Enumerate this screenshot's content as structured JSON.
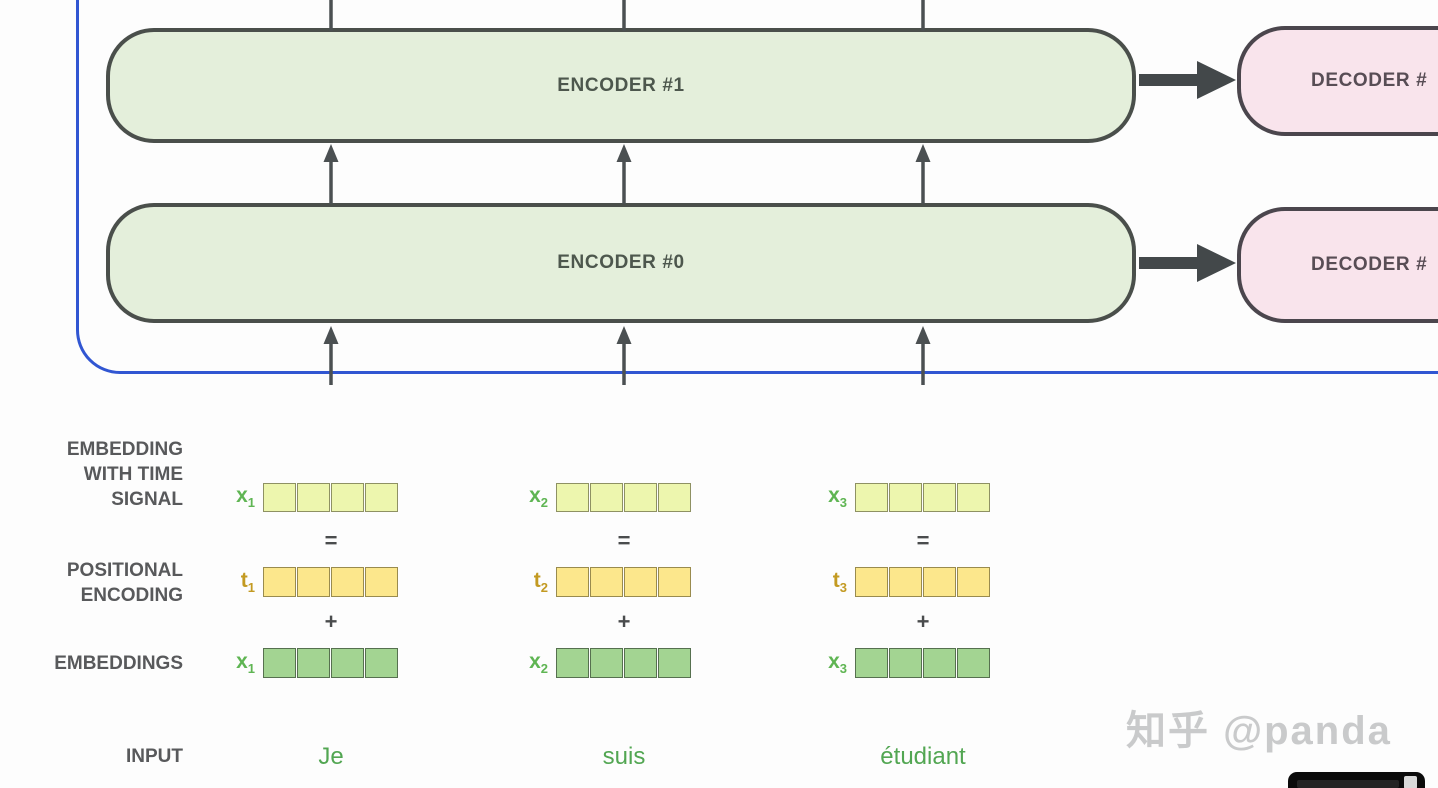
{
  "colors": {
    "encoder_fill": "#e4efdb",
    "encoder_border": "#4a4f4b",
    "decoder_fill": "#f9e4ec",
    "decoder_border": "#4b464d",
    "stack_outline": "#3156d2",
    "arrow": "#4b5052",
    "label_text": "#58595b",
    "x_label": "#5fb553",
    "t_label": "#c39a22",
    "cell_time_fill": "#edf6ae",
    "cell_time_border": "#8e9163",
    "cell_pos_fill": "#fce78c",
    "cell_pos_border": "#998b4e",
    "cell_emb_fill": "#a3d492",
    "cell_emb_border": "#56704f",
    "input_word": "#52a652",
    "watermark": "#c9cacb"
  },
  "encoders": [
    {
      "label": "ENCODER #1"
    },
    {
      "label": "ENCODER #0"
    }
  ],
  "decoders": [
    {
      "label": "DECODER #"
    },
    {
      "label": "DECODER #"
    }
  ],
  "section_labels": {
    "time_signal": "EMBEDDING WITH TIME SIGNAL",
    "positional": "POSITIONAL ENCODING",
    "embeddings": "EMBEDDINGS",
    "input": "INPUT"
  },
  "operators": {
    "equals": "=",
    "plus": "+"
  },
  "columns": [
    {
      "x": "x",
      "x_sub": "1",
      "t": "t",
      "t_sub": "1",
      "word": "Je"
    },
    {
      "x": "x",
      "x_sub": "2",
      "t": "t",
      "t_sub": "2",
      "word": "suis"
    },
    {
      "x": "x",
      "x_sub": "3",
      "t": "t",
      "t_sub": "3",
      "word": "étudiant"
    }
  ],
  "watermark": "知乎 @panda"
}
